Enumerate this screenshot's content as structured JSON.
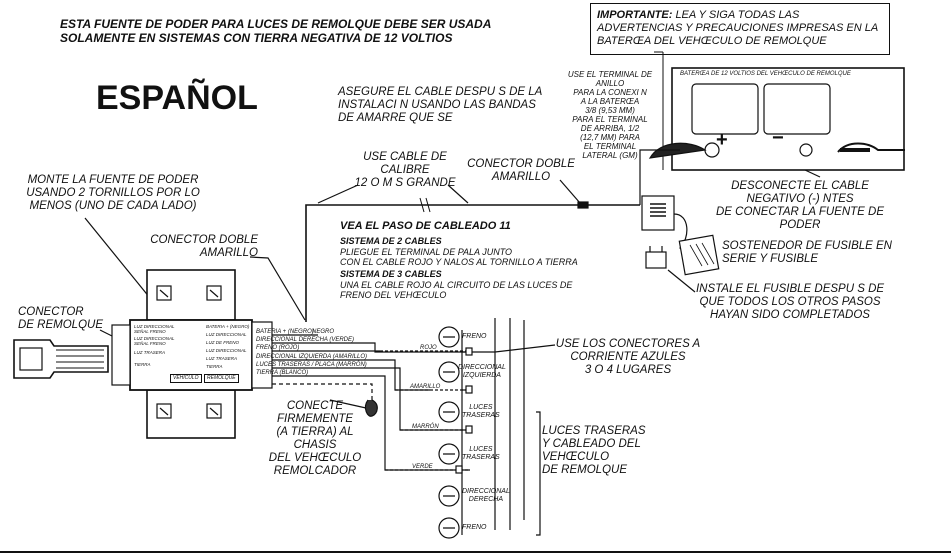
{
  "header": {
    "title_line1": "ESTA FUENTE DE PODER PARA LUCES DE REMOLQUE DEBE SER USADA",
    "title_line2": "SOLAMENTE EN SISTEMAS CON TIERRA NEGATIVA DE 12 VOLTIOS",
    "language": "ESPAÑOL"
  },
  "important": {
    "lead": "IMPORTANTE:",
    "text": "LEA Y SIGA TODAS LAS ADVERTENCIAS Y PRECAUCIONES IMPRESAS EN LA BATERŒA DEL VEHŒCULO DE REMOLQUE"
  },
  "notes": {
    "secure_cable": "ASEGURE EL CABLE DESPU S DE LA\nINSTALACI N USANDO LAS BANDAS\nDE AMARRE QUE SE",
    "ring_terminal": "USE EL TERMINAL DE\nANILLO\nPARA LA CONEXI N\nA LA BATERŒA\n3/8  (9,53 mm)\nPARA  EL TERMINAL\nDE ARRIBA, 1/2\n(12,7 mm) PARA\nEL TERMINAL\nLATERAL (GM)",
    "mount_supply": "MONTE LA FUENTE DE PODER\nUSANDO 2 TORNILLOS POR LO\nMENOS (UNO DE CADA LADO)",
    "cable_gauge": "USE CABLE DE\nCALIBRE\n12 O M S GRANDE",
    "yellow_connector_right": "CONECTOR DOBLE\nAMARILLO",
    "yellow_connector_left": "CONECTOR DOBLE\nAMARILLO",
    "disconnect_neg": "DESCONECTE EL CABLE\nNEGATIVO (-)  NTES\nDE CONECTAR LA FUENTE DE PODER",
    "fuse_holder": "SOSTENEDOR DE FUSIBLE EN\nSERIE Y FUSIBLE",
    "install_fuse": "INSTALE EL FUSIBLE DESPU S DE\nQUE TODOS LOS OTROS PASOS\nHAYAN SIDO COMPLETADOS",
    "trailer_connector": "CONECTOR\nDE REMOLQUE",
    "blue_connectors": "USE LOS CONECTORES A\nCORRIENTE AZULES\n3 O 4 LUGARES",
    "ground_chassis": "CONECTE\nFIRMEMENTE\n(A TIERRA) AL CHASIS\nDEL VEHŒCULO\nREMOLCADOR",
    "tail_lights": "LUCES TRASERAS\nY CABLEADO DEL\nVEHŒCULO\nDE REMOLQUE"
  },
  "wiring_step": {
    "heading": "VEA EL PASO DE CABLEADO 11",
    "two_wire_title": "SISTEMA DE 2 CABLES",
    "two_wire_text": "PLIEGUE EL TERMINAL DE PALA JUNTO\nCON EL CABLE ROJO Y  NALOS AL TORNILLO A TIERRA",
    "three_wire_title": "SISTEMA DE 3 CABLES",
    "three_wire_text": "UNA EL CABLE ROJO AL CIRCUITO DE LAS LUCES DE\nFRENO DEL VEHŒCULO"
  },
  "battery": {
    "label": "BATERŒA DE 12 VOLTIOS DEL VEHŒCULO DE REMOLQUE",
    "plus": "+",
    "minus": "−"
  },
  "wires": {
    "bateria": "BATERIA + (NEGRO)",
    "negro": "NEGRO",
    "dir_derecha": "DIRECCIONAL DERECHA (VERDE)",
    "freno": "FRENO (ROJO)",
    "dir_izquierda": "DIRECCIONAL IZQUIERDA (AMARILLO)",
    "traseras": "LUCES TRASERAS / PLACA (MARRÓN)",
    "tierra": "TIERRA (BLANCO)",
    "rojo": "ROJO",
    "amarillo": "AMARILLO",
    "marron": "MARRÓN",
    "verde": "VERDE"
  },
  "module": {
    "left_labels": [
      "LUZ DIRECCIONAL SEÑAL FRENO",
      "LUZ DIRECCIONAL SEÑAL FRENO",
      "LUZ TRASERA",
      "TIERRA"
    ],
    "right_labels": [
      "BATERIA + (NEGRO)",
      "LUZ DIRECCIONAL",
      "LUZ DE FRENO",
      "LUZ DIRECCIONAL",
      "LUZ TRASERA",
      "TIERRA"
    ],
    "vehicle_tag": "VEHÍCULO",
    "trailer_tag": "REMOLQUE"
  },
  "lamps": {
    "freno_top": "FRENO",
    "dir_izq": "DIRECCIONAL\nIZQUIERDA",
    "traseras_1": "LUCES\nTRASERAS",
    "traseras_2": "LUCES\nTRASERAS",
    "dir_der": "DIRECCIONAL\nDERECHA",
    "freno_bottom": "FRENO"
  }
}
